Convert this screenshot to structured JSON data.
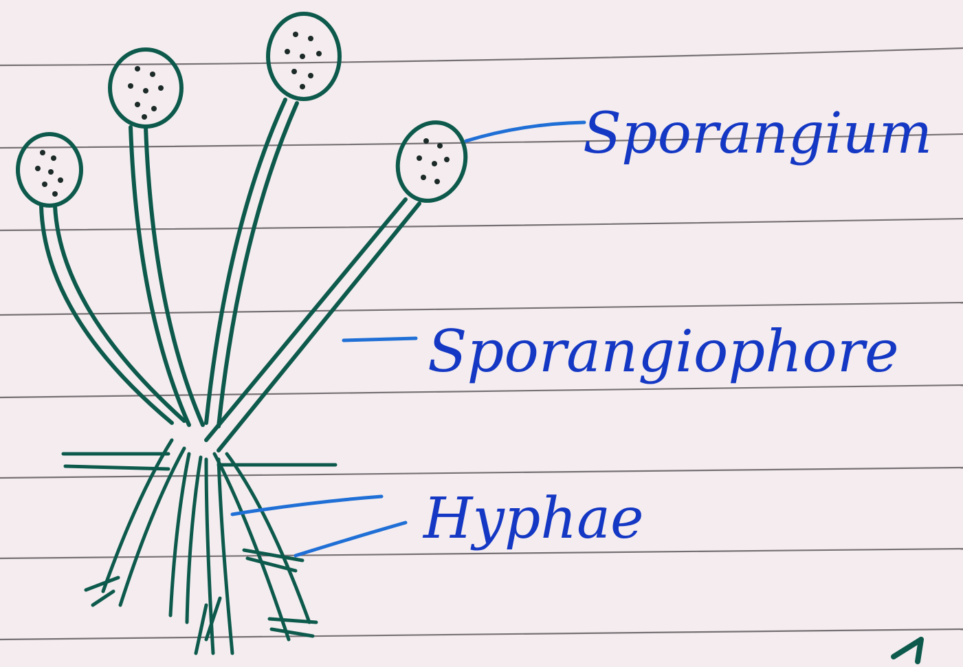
{
  "labels": {
    "sporangium": "Sporangium",
    "sporangiophore": "Sporangiophore",
    "hyphae": "Hyphae"
  },
  "colors": {
    "paper": "#f4ecee",
    "rule_lines": "#5f5a5e",
    "diagram_ink": "#0d5a4c",
    "leader_lines": "#1f6fd6",
    "label_ink": "#1438c4"
  }
}
